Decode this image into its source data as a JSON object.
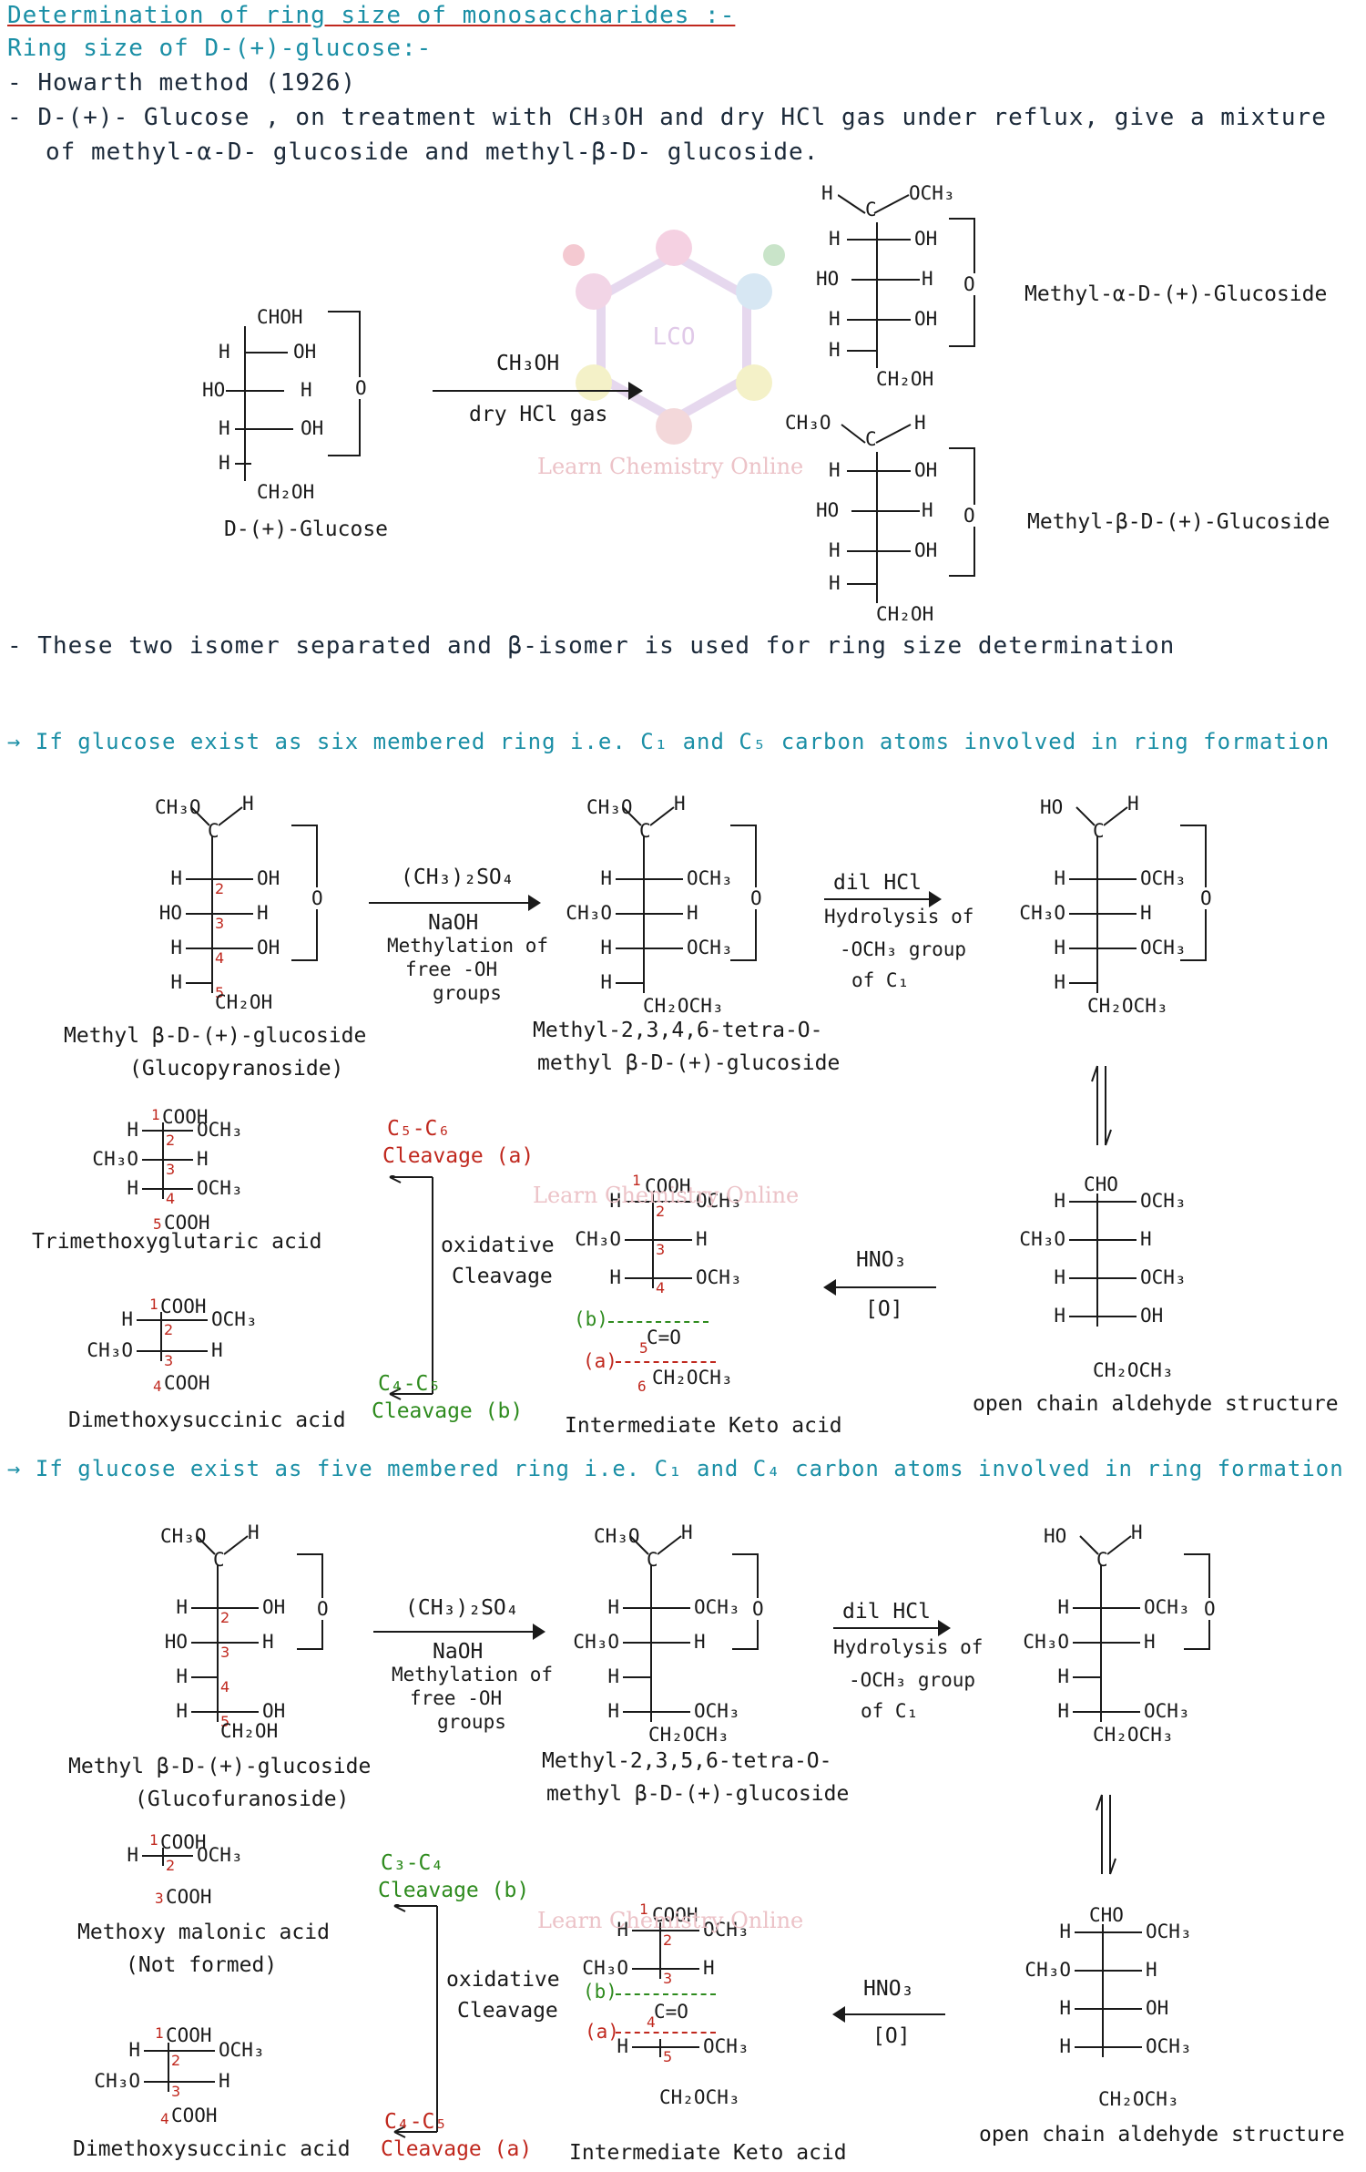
{
  "header": {
    "title": "Determination of ring size of monosaccharides :-",
    "subtitle": "Ring size of D-(+)-glucose:-",
    "bullet1": "Howarth method (1926)",
    "bullet2_line1": "D-(+)- Glucose , on treatment with CH₃OH and dry HCl gas under reflux, give a mixture",
    "bullet2_line2": "of methyl-α-D- glucoside and methyl-β-D- glucoside."
  },
  "section1": {
    "start_label": "D-(+)-Glucose",
    "reagent_top": "CH₃OH",
    "reagent_bottom": "dry HCl gas",
    "alpha_label": "Methyl-α-D-(+)-Glucoside",
    "beta_label": "Methyl-β-D-(+)-Glucoside",
    "note": "- These two isomer separated and β-isomer is used for ring size determination",
    "watermark_logo": "LCO",
    "watermark_text": "Learn Chemistry Online"
  },
  "section2": {
    "heading": "→ If glucose exist as six membered ring i.e. C₁ and C₅ carbon atoms involved in ring formation",
    "start_label_1": "Methyl β-D-(+)-glucoside",
    "start_label_2": "(Glucopyranoside)",
    "reagent1_top": "(CH₃)₂SO₄",
    "reagent1_b1": "NaOH",
    "reagent1_b2": "Methylation of",
    "reagent1_b3": "free -OH",
    "reagent1_b4": "groups",
    "mid_label_1": "Methyl-2,3,4,6-tetra-O-",
    "mid_label_2": "methyl β-D-(+)-glucoside",
    "reagent2_top": "dil HCl",
    "reagent2_b1": "Hydrolysis of",
    "reagent2_b2": "-OCH₃ group",
    "reagent2_b3": "of C₁",
    "open_label": "open chain aldehyde structure",
    "hno3": "HNO₃",
    "ox": "[O]",
    "keto_label": "Intermediate Keto acid",
    "oxidative_1": "oxidative",
    "oxidative_2": "Cleavage",
    "cleave_a_1": "C₅-C₆",
    "cleave_a_2": "Cleavage (a)",
    "cleave_b_1": "C₄-C₅",
    "cleave_b_2": "Cleavage (b)",
    "product1": "Trimethoxyglutaric acid",
    "product2": "Dimethoxysuccinic acid"
  },
  "section3": {
    "heading": "→ If glucose exist as five membered ring i.e. C₁ and C₄ carbon atoms involved in ring formation",
    "start_label_1": "Methyl β-D-(+)-glucoside",
    "start_label_2": "(Glucofuranoside)",
    "mid_label_1": "Methyl-2,3,5,6-tetra-O-",
    "mid_label_2": "methyl β-D-(+)-glucoside",
    "open_label": "open chain aldehyde structure",
    "keto_label": "Intermediate Keto acid",
    "cleave_b_1": "C₃-C₄",
    "cleave_b_2": "Cleavage (b)",
    "cleave_a_1": "C₄-C₅",
    "cleave_a_2": "Cleavage (a)",
    "product1_1": "Methoxy malonic acid",
    "product1_2": "(Not formed)",
    "product2": "Dimethoxysuccinic acid"
  },
  "chem": {
    "choh": "CHOH",
    "oh": "OH",
    "h": "H",
    "ho": "HO",
    "o": "O",
    "ch2oh": "CH₂OH",
    "och3": "OCH₃",
    "ch3o": "CH₃O",
    "ch2och3": "CH₂OCH₃",
    "cooh": "COOH",
    "cho": "CHO",
    "c": "C",
    "co": "C=O",
    "n1": "1",
    "n2": "2",
    "n3": "3",
    "n4": "4",
    "n5": "5",
    "n6": "6",
    "a": "(a)",
    "b": "(b)"
  },
  "colors": {
    "teal": "#1b8fa6",
    "red": "#c0281e",
    "green": "#2e8b1e",
    "ink": "#1a1a1a"
  }
}
